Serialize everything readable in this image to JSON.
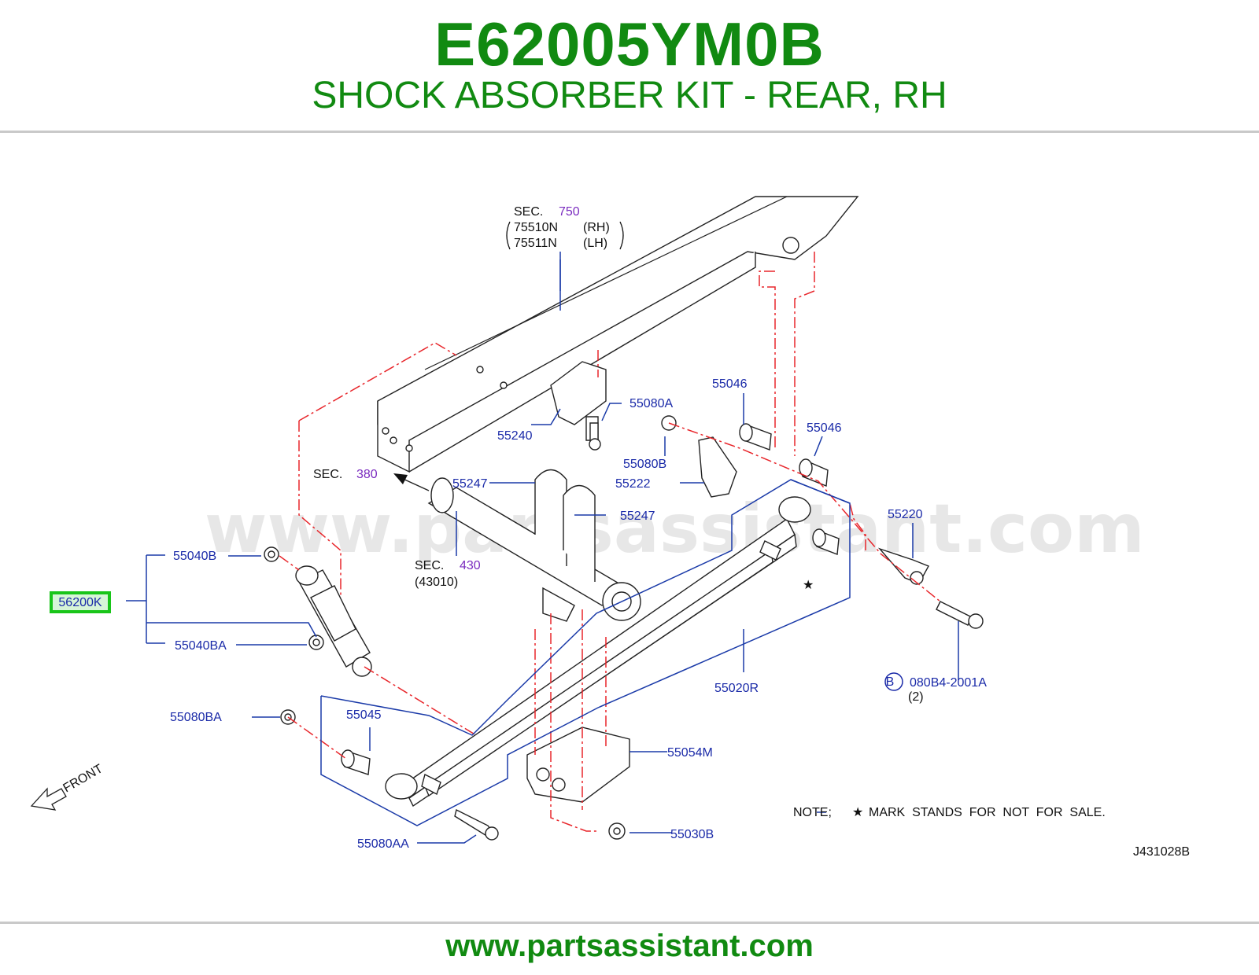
{
  "header": {
    "part_number": "E62005YM0B",
    "description": "SHOCK ABSORBER KIT - REAR, RH"
  },
  "diagram": {
    "watermark": "www.partsassistant.com",
    "highlighted_part": "56200K",
    "sections": {
      "sec_label": "SEC.",
      "sec750": "750",
      "sec750_rh": "75510N",
      "sec750_rh_side": "(RH)",
      "sec750_lh": "75511N",
      "sec750_lh_side": "(LH)",
      "sec380": "380",
      "sec430": "430",
      "sec430_sub": "(43010)"
    },
    "labels": {
      "p55040B": "55040B",
      "p55040BA": "55040BA",
      "p55080BA": "55080BA",
      "p55045": "55045",
      "p55080AA": "55080AA",
      "p55240": "55240",
      "p55080A": "55080A",
      "p55046a": "55046",
      "p55046b": "55046",
      "p55080B": "55080B",
      "p55222": "55222",
      "p55247a": "55247",
      "p55247b": "55247",
      "p55220": "55220",
      "p55020R": "55020R",
      "p080B4": "080B4-2001A",
      "p080B4_qty": "(2)",
      "p080B4_circle": "B",
      "p55054M": "55054M",
      "p55030B": "55030B"
    },
    "front": "FRONT",
    "note": "NOTE;",
    "note_text": "MARK  STANDS  FOR  NOT  FOR  SALE.",
    "star": "★",
    "diagram_code": "J431028B"
  },
  "footer": {
    "url": "www.partsassistant.com"
  }
}
